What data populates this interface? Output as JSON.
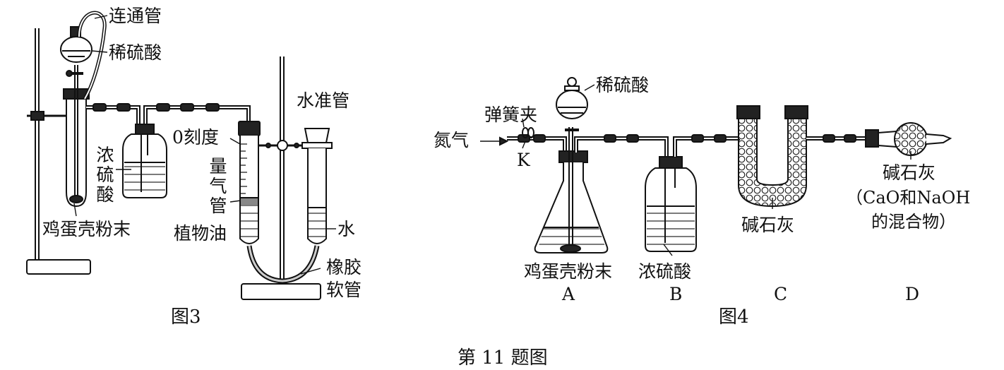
{
  "figure3": {
    "title": "图3",
    "labels": {
      "connecting_tube": "连通管",
      "dilute_acid": "稀硫酸",
      "conc_acid": "浓硫酸",
      "eggshell": "鸡蛋壳粉末",
      "zero_mark": "0刻度",
      "burette": "量气管",
      "veg_oil": "植物油",
      "level_tube": "水准管",
      "water": "水",
      "rubber_tube_1": "橡胶",
      "rubber_tube_2": "软管"
    }
  },
  "figure4": {
    "title": "图4",
    "labels": {
      "nitrogen": "氮气",
      "spring_clip": "弹簧夹",
      "clip_k": "K",
      "dilute_acid": "稀硫酸",
      "eggshell": "鸡蛋壳粉末",
      "conc_acid": "浓硫酸",
      "soda_lime_c": "碱石灰",
      "soda_lime_d": "碱石灰",
      "soda_lime_note_1": "（CaO和NaOH",
      "soda_lime_note_2": "的混合物）",
      "a": "A",
      "b": "B",
      "c": "C",
      "d": "D"
    }
  },
  "caption": "第 11 题图"
}
